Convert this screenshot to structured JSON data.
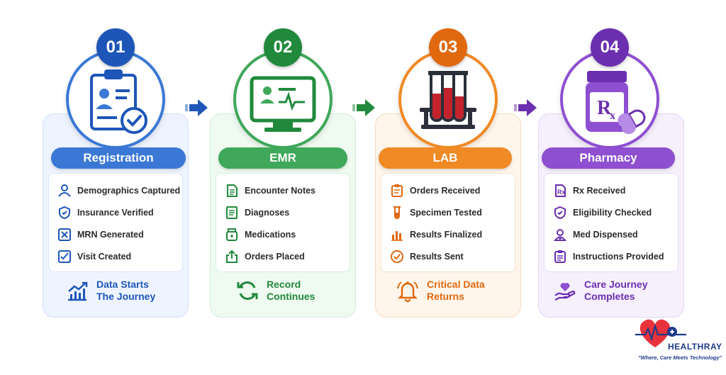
{
  "steps": [
    {
      "number": "01",
      "title": "Registration",
      "items": [
        "Demographics Captured",
        "Insurance Verified",
        "MRN Generated",
        "Visit Created"
      ],
      "item_icons": [
        "user-icon",
        "shield-check-icon",
        "x-box-icon",
        "checkbox-icon"
      ],
      "footer": [
        "Data Starts",
        "The Journey"
      ],
      "footer_icon": "trend-chart-icon",
      "illustration": "clipboard-check-icon",
      "colors": {
        "main": "#3b78d6",
        "dark": "#1e56b8",
        "tint": "#eef4ff",
        "border": "#d3e1f7",
        "soft": "#dbe6f7"
      }
    },
    {
      "number": "02",
      "title": "EMR",
      "items": [
        "Encounter Notes",
        "Diagnoses",
        "Medications",
        "Orders Placed"
      ],
      "item_icons": [
        "document-icon",
        "document-list-icon",
        "pill-bottle-icon",
        "share-upload-icon"
      ],
      "footer": [
        "Record",
        "Continues"
      ],
      "footer_icon": "refresh-icon",
      "illustration": "monitor-ecg-icon",
      "colors": {
        "main": "#3fa85a",
        "dark": "#21893c",
        "tint": "#effaf1",
        "border": "#d2ecd8",
        "soft": "#d7eedc"
      }
    },
    {
      "number": "03",
      "title": "LAB",
      "items": [
        "Orders Received",
        "Specimen Tested",
        "Results Finalized",
        "Results Sent"
      ],
      "item_icons": [
        "clipboard-icon",
        "test-tube-icon",
        "bar-chart-icon",
        "check-circle-icon"
      ],
      "footer": [
        "Critical Data",
        "Returns"
      ],
      "footer_icon": "bell-icon",
      "illustration": "test-tubes-icon",
      "colors": {
        "main": "#f08a24",
        "dark": "#e0680e",
        "tint": "#fff5ea",
        "border": "#f6dcc0",
        "soft": "#f4e0cb"
      }
    },
    {
      "number": "04",
      "title": "Pharmacy",
      "items": [
        "Rx Received",
        "Eligibility Checked",
        "Med Dispensed",
        "Instructions Provided"
      ],
      "item_icons": [
        "rx-document-icon",
        "shield-check-icon",
        "pharmacist-icon",
        "clipboard-list-icon"
      ],
      "footer": [
        "Care Journey",
        "Completes"
      ],
      "footer_icon": "heart-hand-icon",
      "illustration": "rx-bottle-icon",
      "colors": {
        "main": "#8e4fd1",
        "dark": "#6b2fb0",
        "tint": "#f6f0fd",
        "border": "#e3d5f5",
        "soft": "#e6daf5"
      }
    }
  ],
  "logo": {
    "brand": "HEALTHRAY",
    "tagline": "\"Where, Care Meets Technology\"",
    "colors": {
      "heart": "#e8333c",
      "text": "#1f3a8a"
    }
  }
}
